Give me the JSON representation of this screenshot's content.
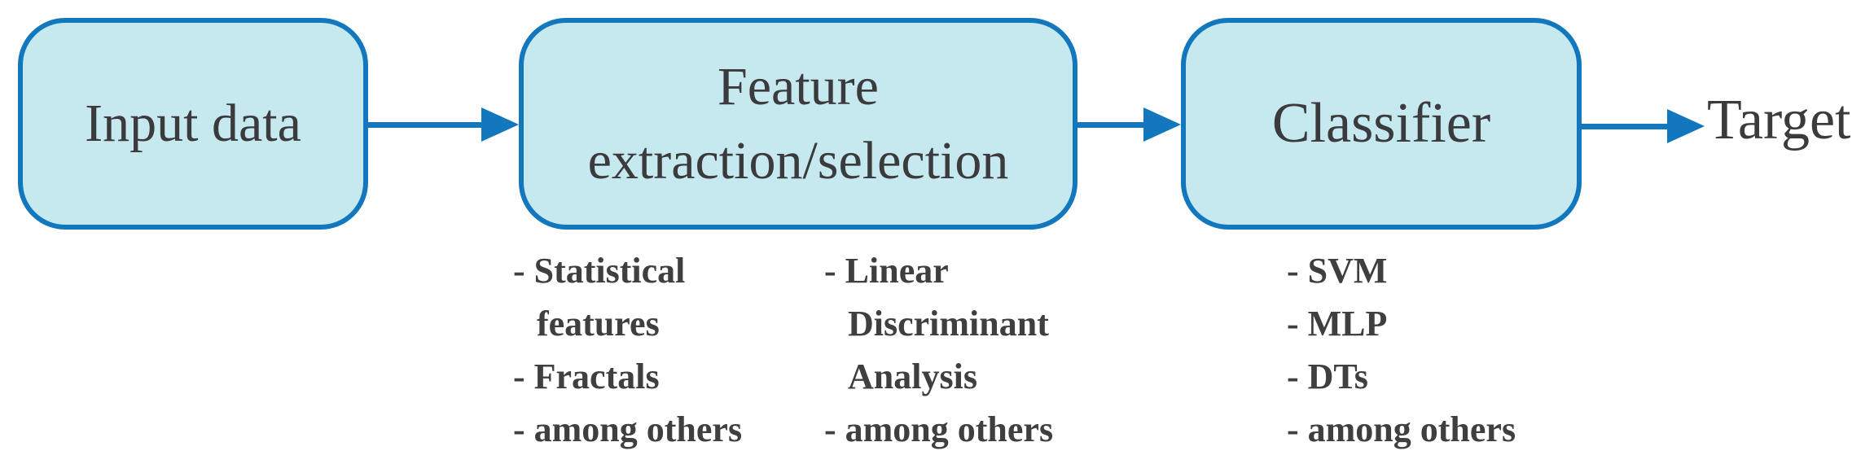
{
  "colors": {
    "accent": "#1277bd",
    "node-fill": "#c6e9f0",
    "label": "#3b3b3d",
    "notes": "#3f3e41",
    "bg": "#ffffff"
  },
  "diagram": {
    "nodes": {
      "input": {
        "label": "Input data"
      },
      "feature": {
        "line1": "Feature",
        "line2": "extraction/selection"
      },
      "classifier": {
        "label": "Classifier"
      }
    },
    "target": {
      "label": "Target"
    },
    "notes": {
      "feature_col1": {
        "l1": "- Statistical",
        "l2": "features",
        "l3": "- Fractals",
        "l4": "- among others"
      },
      "feature_col2": {
        "l1": "- Linear",
        "l2": "Discriminant",
        "l3": "Analysis",
        "l4": "- among others"
      },
      "classifier_col": {
        "l1": "- SVM",
        "l2": "- MLP",
        "l3": "- DTs",
        "l4": "- among others"
      }
    }
  }
}
